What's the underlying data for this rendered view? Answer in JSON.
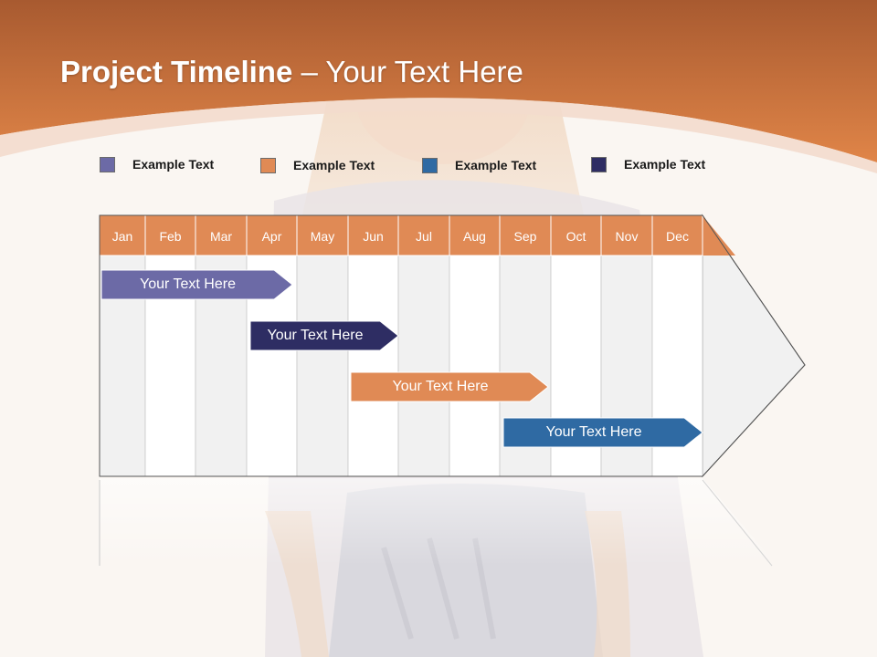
{
  "title": {
    "bold": "Project Timeline",
    "rest": " – Your Text Here"
  },
  "colors": {
    "header_orange": "#d27a45",
    "purple": "#6c6aa6",
    "navy": "#2e2d63",
    "orange": "#e08a55",
    "blue": "#2f6aa3"
  },
  "legend": [
    {
      "label": "Example Text",
      "color": "#6c6aa6"
    },
    {
      "label": "Example Text",
      "color": "#e08a55"
    },
    {
      "label": "Example Text",
      "color": "#2f6aa3"
    },
    {
      "label": "Example Text",
      "color": "#2e2d63"
    }
  ],
  "months": [
    "Jan",
    "Feb",
    "Mar",
    "Apr",
    "May",
    "Jun",
    "Jul",
    "Aug",
    "Sep",
    "Oct",
    "Nov",
    "Dec"
  ],
  "tasks": [
    {
      "label": "Your  Text Here",
      "color": "#6c6aa6",
      "start_month": "Jan",
      "end_month": "Apr"
    },
    {
      "label": "Your  Text Here",
      "color": "#2e2d63",
      "start_month": "Apr",
      "end_month": "Jun"
    },
    {
      "label": "Your  Text Here",
      "color": "#e08a55",
      "start_month": "Jun",
      "end_month": "Sep"
    },
    {
      "label": "Your  Text Here",
      "color": "#2f6aa3",
      "start_month": "Sep",
      "end_month": "Dec"
    }
  ]
}
